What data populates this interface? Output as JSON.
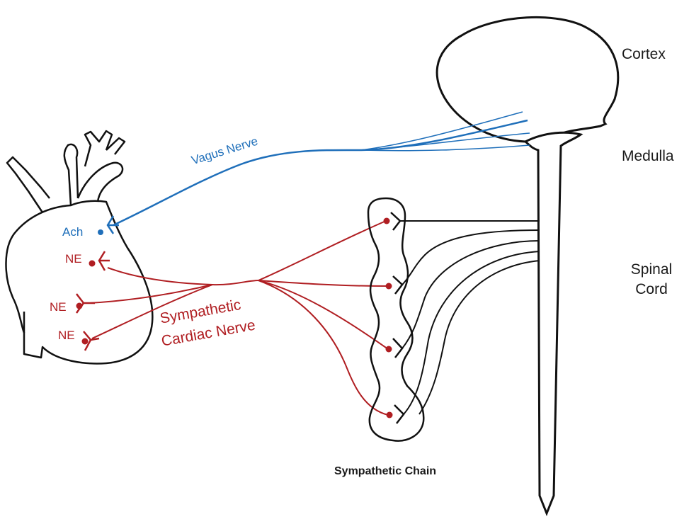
{
  "colors": {
    "outline": "#111111",
    "vagus": "#1f6fba",
    "sympathetic": "#b01e22"
  },
  "labels": {
    "cortex": "Cortex",
    "medulla": "Medulla",
    "spinal_cord_line1": "Spinal",
    "spinal_cord_line2": "Cord",
    "vagus_nerve": "Vagus Nerve",
    "ach": "Ach",
    "ne_1": "NE",
    "ne_2": "NE",
    "ne_3": "NE",
    "sympathetic_cardiac_nerve_line1": "Sympathetic",
    "sympathetic_cardiac_nerve_line2": "Cardiac Nerve",
    "sympathetic_chain": "Sympathetic Chain"
  }
}
